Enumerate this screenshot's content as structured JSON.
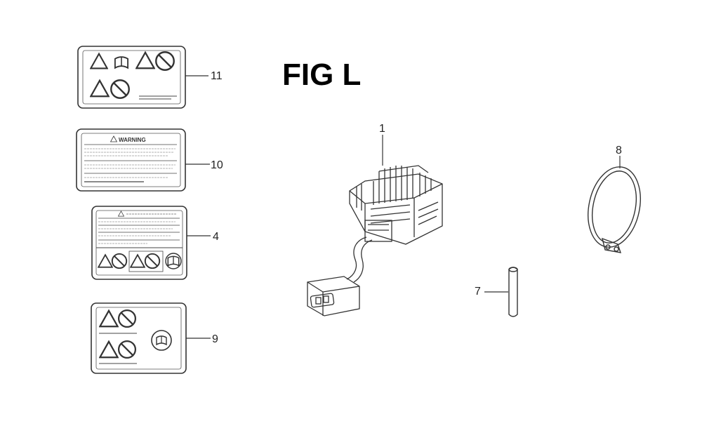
{
  "figure": {
    "title": "FIG L"
  },
  "callouts": [
    {
      "id": "callout-11",
      "label": "11"
    },
    {
      "id": "callout-10",
      "label": "10"
    },
    {
      "id": "callout-4",
      "label": "4"
    },
    {
      "id": "callout-9",
      "label": "9"
    },
    {
      "id": "callout-1",
      "label": "1"
    },
    {
      "id": "callout-8",
      "label": "8"
    },
    {
      "id": "callout-7",
      "label": "7"
    }
  ],
  "labels": {
    "warning_label_header": "WARNING"
  },
  "icons": [
    "warning-triangle-icon",
    "prohibition-circle-icon",
    "manual-book-icon"
  ],
  "colors": {
    "line": "#333333",
    "background": "#ffffff"
  }
}
